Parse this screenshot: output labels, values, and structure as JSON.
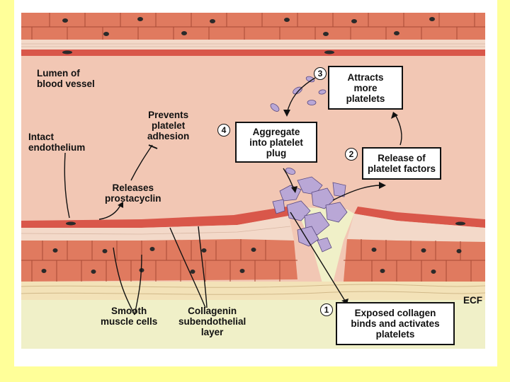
{
  "labels": {
    "lumen": "Lumen of\nblood vessel",
    "intact": "Intact\nendothelium",
    "prevents": "Prevents\nplatelet\nadhesion",
    "releases": "Releases\nprostacyclin",
    "smooth": "Smooth\nmuscle cells",
    "collagen_layer": "Collagenin\nsubendothelial\nlayer",
    "ecf": "ECF"
  },
  "steps": [
    {
      "number": "1",
      "text": "Exposed collagen\nbinds and activates\nplatelets"
    },
    {
      "number": "2",
      "text": "Release of\nplatelet factors"
    },
    {
      "number": "3",
      "text": "Attracts\nmore\nplatelets"
    },
    {
      "number": "4",
      "text": "Aggregate\ninto platelet\nplug"
    }
  ],
  "colors": {
    "background": "#ffff99",
    "lumen": "#f2c7b4",
    "endothelium": "#d9574a",
    "muscle": "#e07a5f",
    "collagen": "#f3d9c9",
    "ecf": "#f0f0c8",
    "platelet": "#b9a7d6"
  }
}
